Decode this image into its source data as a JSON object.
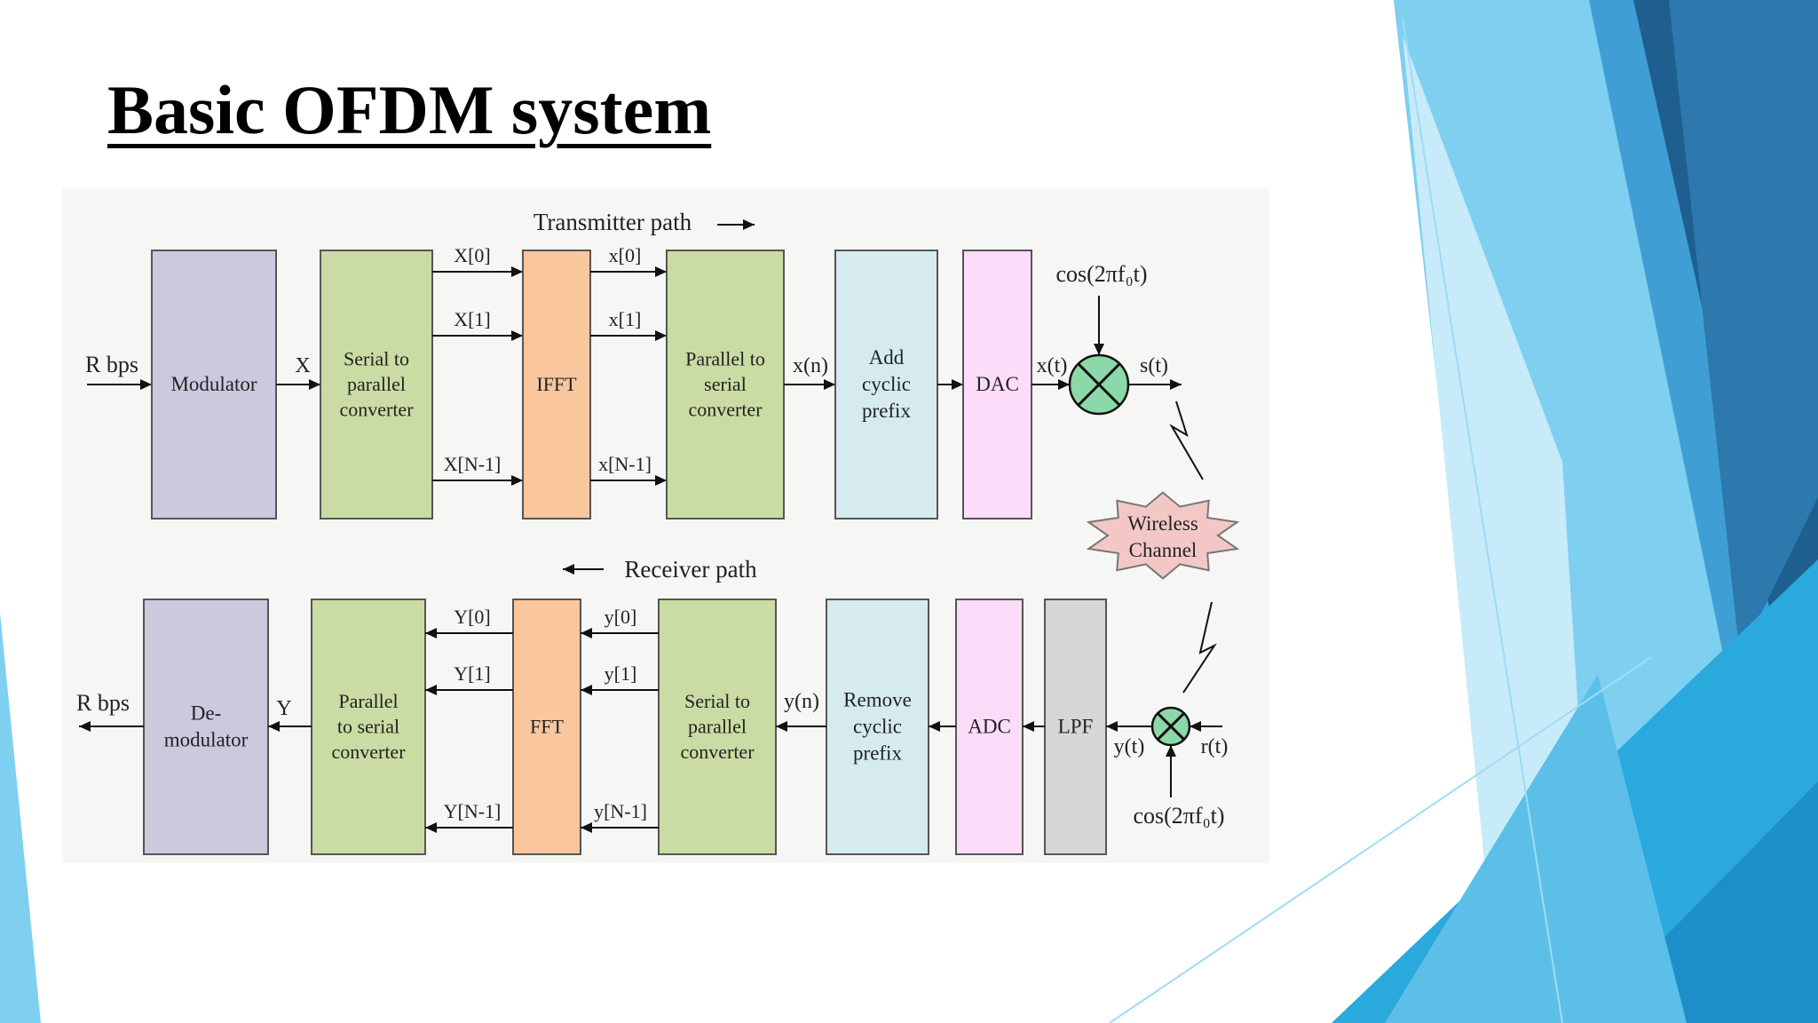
{
  "title": "Basic OFDM system",
  "colors": {
    "modulator": "#cdc8de",
    "converter": "#cadca3",
    "fft": "#f9c69d",
    "cyclic_prefix": "#d5ebef",
    "dac_adc": "#fbdcf9",
    "lpf": "#d6d6d6",
    "mixer": "#8bd9a8",
    "channel": "#f4c7c7",
    "accent_light": "#7fcff0",
    "accent_dark": "#1e5f8f"
  },
  "diagram": {
    "transmitter_path": "Transmitter path",
    "receiver_path": "Receiver path",
    "tx": {
      "input": "R bps",
      "modulator": [
        "Modulator"
      ],
      "mod_out": "X",
      "s2p": [
        "Serial to",
        "parallel",
        "converter"
      ],
      "s2p_out": [
        "X[0]",
        "X[1]",
        "X[N-1]"
      ],
      "ifft": [
        "IFFT"
      ],
      "ifft_out": [
        "x[0]",
        "x[1]",
        "x[N-1]"
      ],
      "p2s": [
        "Parallel to",
        "serial",
        "converter"
      ],
      "p2s_out": "x(n)",
      "cp": [
        "Add",
        "cyclic",
        "prefix"
      ],
      "dac": [
        "DAC"
      ],
      "dac_out": "x(t)",
      "carrier": "cos(2πf₀t)",
      "output": "s(t)"
    },
    "channel": [
      "Wireless",
      "Channel"
    ],
    "rx": {
      "output": "R bps",
      "demodulator": [
        "De-",
        "modulator"
      ],
      "demod_in": "Y",
      "p2s": [
        "Parallel",
        "to serial",
        "converter"
      ],
      "p2s_in": [
        "Y[0]",
        "Y[1]",
        "Y[N-1]"
      ],
      "fft": [
        "FFT"
      ],
      "fft_in": [
        "y[0]",
        "y[1]",
        "y[N-1]"
      ],
      "s2p": [
        "Serial to",
        "parallel",
        "converter"
      ],
      "s2p_in": "y(n)",
      "cp": [
        "Remove",
        "cyclic",
        "prefix"
      ],
      "adc": [
        "ADC"
      ],
      "lpf": [
        "LPF"
      ],
      "lpf_in": "y(t)",
      "input": "r(t)",
      "carrier": "cos(2πf₀t)"
    }
  }
}
